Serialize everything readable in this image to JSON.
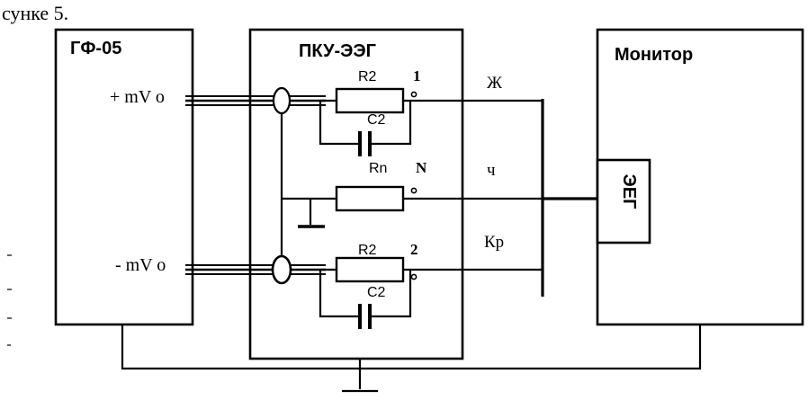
{
  "caption_fragment": "сунке 5.",
  "blocks": {
    "generator": {
      "title": "ГФ-05",
      "pos_terminal": "+ mV o",
      "neg_terminal": "- mV o"
    },
    "pku": {
      "title": "ПКУ-ЭЭГ"
    },
    "monitor": {
      "title": "Монитор",
      "connector": "ЭЕГ"
    }
  },
  "components": {
    "r_top": "R2",
    "c_top": "C2",
    "r_mid": "Rn",
    "r_bot": "R2",
    "c_bot": "C2"
  },
  "terminals": {
    "t1": "1",
    "tN": "N",
    "t2": "2"
  },
  "wires": {
    "yellow": "Ж",
    "black": "ч",
    "red": "Кр"
  }
}
